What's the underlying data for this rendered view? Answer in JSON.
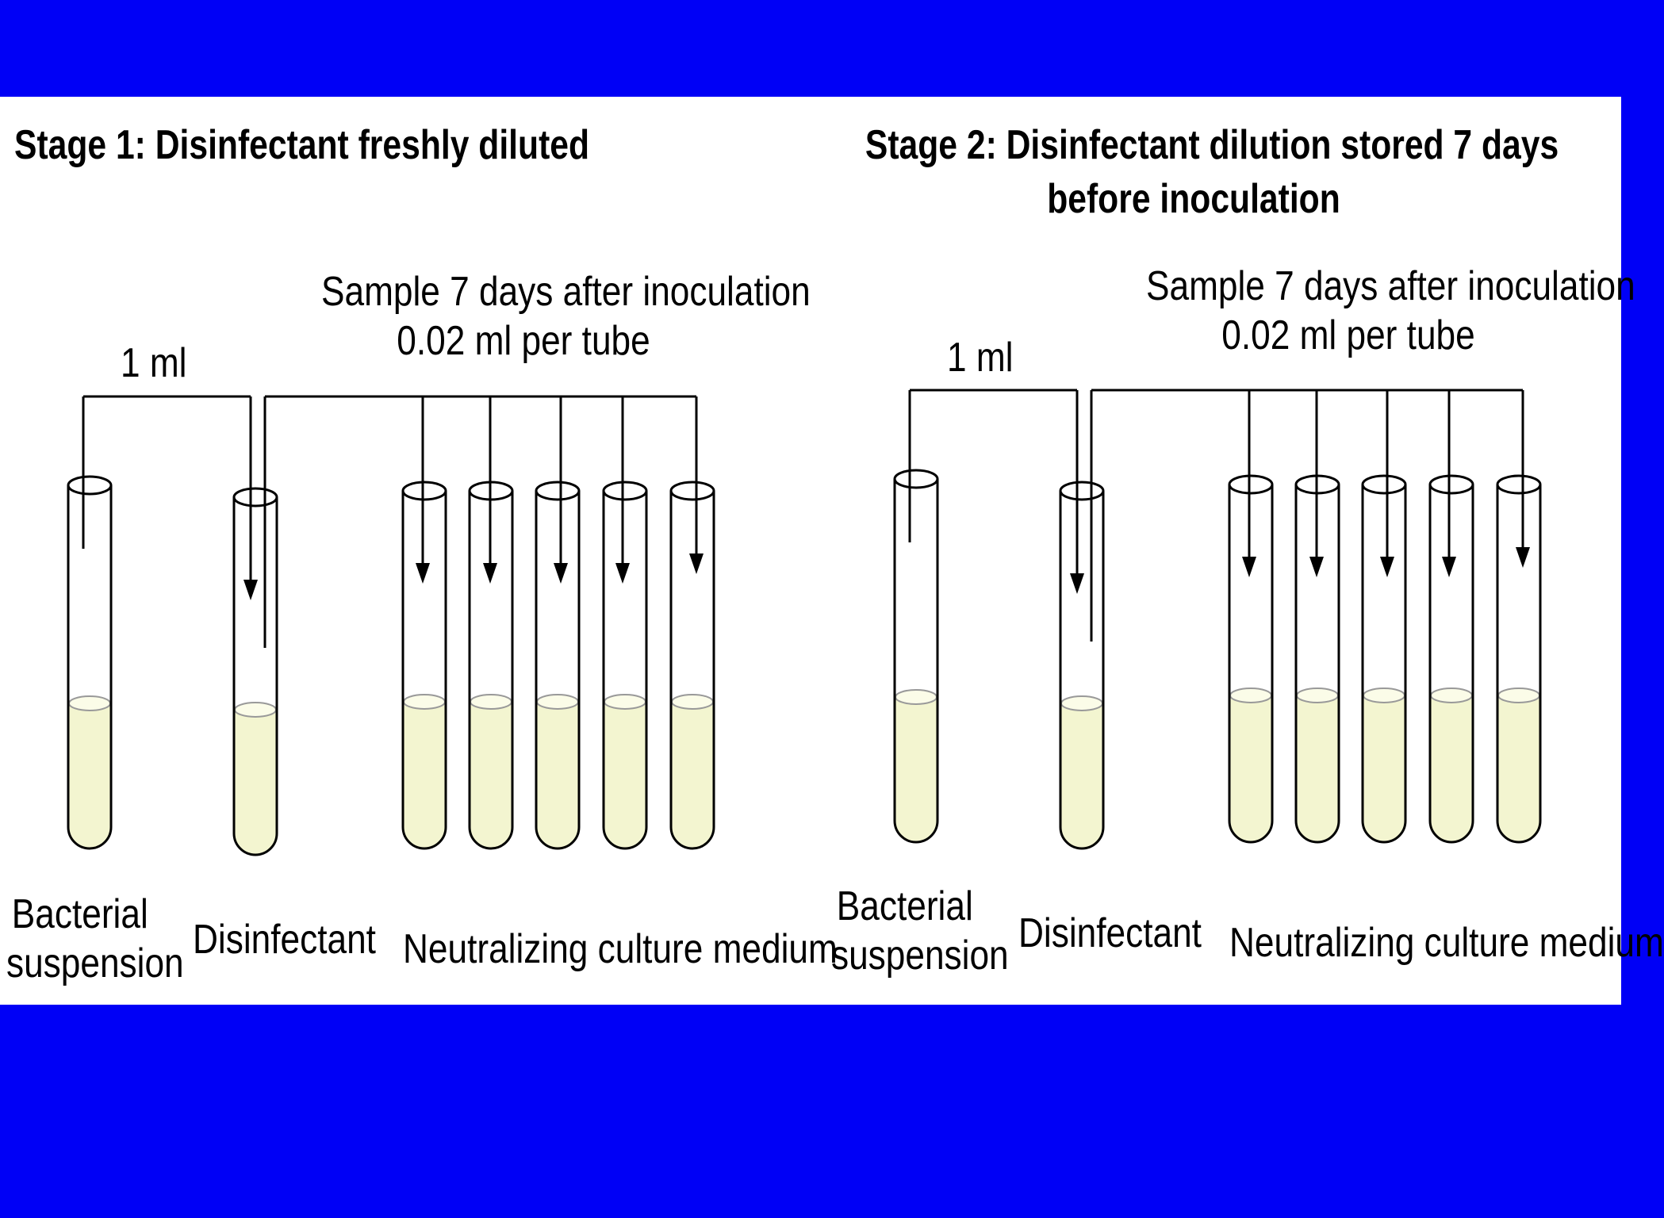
{
  "colors": {
    "background": "#0000f6",
    "panel": "#ffffff",
    "liquid": "#f3f5d0",
    "stroke": "#000000"
  },
  "stages": [
    {
      "title": "Stage 1: Disinfectant freshly diluted",
      "transfer_label": "1 ml",
      "sample_label_line1": "Sample 7 days after inoculation",
      "sample_label_line2": "0.02 ml per tube",
      "bacterial_label_line1": "Bacterial",
      "bacterial_label_line2": "suspension",
      "disinfectant_label": "Disinfectant",
      "medium_label": "Neutralizing culture medium",
      "medium_tube_count": 5
    },
    {
      "title_line1": "Stage 2: Disinfectant dilution stored 7 days",
      "title_line2": "before inoculation",
      "transfer_label": "1 ml",
      "sample_label_line1": "Sample 7 days after inoculation",
      "sample_label_line2": "0.02 ml per tube",
      "bacterial_label_line1": "Bacterial",
      "bacterial_label_line2": "suspension",
      "disinfectant_label": "Disinfectant",
      "medium_label": "Neutralizing culture medium",
      "medium_tube_count": 5
    }
  ]
}
